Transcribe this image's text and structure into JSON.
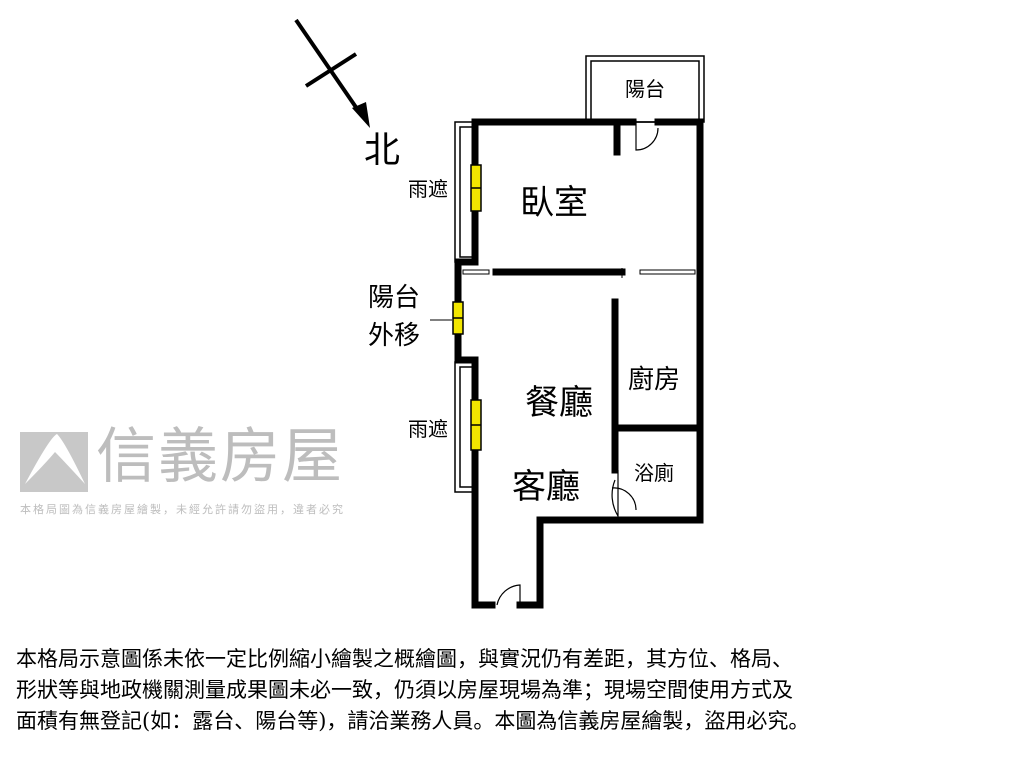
{
  "compass": {
    "label": "北"
  },
  "rooms": {
    "bedroom": "臥室",
    "balcony_top": "陽台",
    "rain_shade_upper": "雨遮",
    "rain_shade_lower": "雨遮",
    "balcony_moved_line1": "陽台",
    "balcony_moved_line2": "外移",
    "dining": "餐廳",
    "kitchen": "廚房",
    "living": "客廳",
    "bathroom": "浴廁"
  },
  "watermark": {
    "brand": "信義房屋",
    "notice": "本格局圖為信義房屋繪製，未經允許請勿盜用，違者必究"
  },
  "disclaimer": {
    "lines": [
      "本格局示意圖係未依一定比例縮小繪製之概繪圖，與實況仍有差距，其方位、格局、",
      "形狀等與地政機關測量成果圖未必一致，仍須以房屋現場為準；現場空間使用方式及",
      "面積有無登記(如：露台、陽台等)，請洽業務人員。本圖為信義房屋繪製，盜用必究。"
    ]
  },
  "colors": {
    "wall": "#000000",
    "window": "#f2e600",
    "watermark": "#bdbdbd"
  }
}
